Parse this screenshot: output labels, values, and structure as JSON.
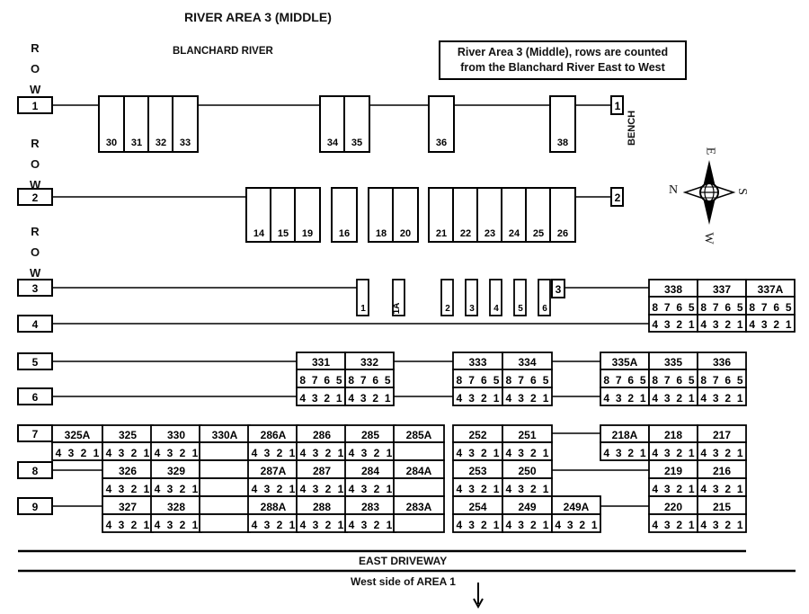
{
  "title": "RIVER AREA 3 (MIDDLE)",
  "river_label": "BLANCHARD RIVER",
  "note": "River Area 3 (Middle), rows are counted from the Blanchard River East to West",
  "row_heading_letters": [
    "R",
    "O",
    "W"
  ],
  "row_numbers": [
    "1",
    "2",
    "3",
    "4",
    "5",
    "6",
    "7",
    "8",
    "9"
  ],
  "bench_label": "BENCH",
  "compass": {
    "north": "N",
    "east": "E",
    "south": "S",
    "west": "W"
  },
  "east_driveway": "EAST DRIVEWAY",
  "west_side": "West side of AREA 1",
  "river_row_1_sites": [
    "30",
    "31",
    "32",
    "33",
    "34",
    "35",
    "36",
    "38"
  ],
  "river_row_2_sites": [
    "14",
    "15",
    "19",
    "16",
    "18",
    "20",
    "21",
    "22",
    "23",
    "24",
    "25",
    "26"
  ],
  "river_row_3_sites": [
    "1",
    "1A",
    "2",
    "3",
    "4",
    "5",
    "6"
  ],
  "row_end_markers": [
    "1",
    "2",
    "3"
  ],
  "blocks": [
    {
      "names": [
        "338",
        "337",
        "337A"
      ]
    },
    {
      "names": [
        "331",
        "332"
      ]
    },
    {
      "names": [
        "333",
        "334"
      ]
    },
    {
      "names": [
        "335A",
        "335",
        "336"
      ]
    },
    {
      "names": [
        "325A",
        "325",
        "330",
        "330A",
        "286A",
        "286",
        "285",
        "285A"
      ]
    },
    {
      "names": [
        "326",
        "329",
        "287A",
        "287",
        "284",
        "284A"
      ]
    },
    {
      "names": [
        "327",
        "328",
        "288A",
        "288",
        "283",
        "283A"
      ]
    },
    {
      "names": [
        "252",
        "251",
        "253",
        "250",
        "254",
        "249",
        "249A"
      ]
    },
    {
      "names": [
        "218A",
        "218",
        "217",
        "219",
        "216",
        "220",
        "215"
      ]
    }
  ],
  "sub_slots_top": [
    "8",
    "7",
    "6",
    "5"
  ],
  "sub_slots_bottom": [
    "4",
    "3",
    "2",
    "1"
  ]
}
